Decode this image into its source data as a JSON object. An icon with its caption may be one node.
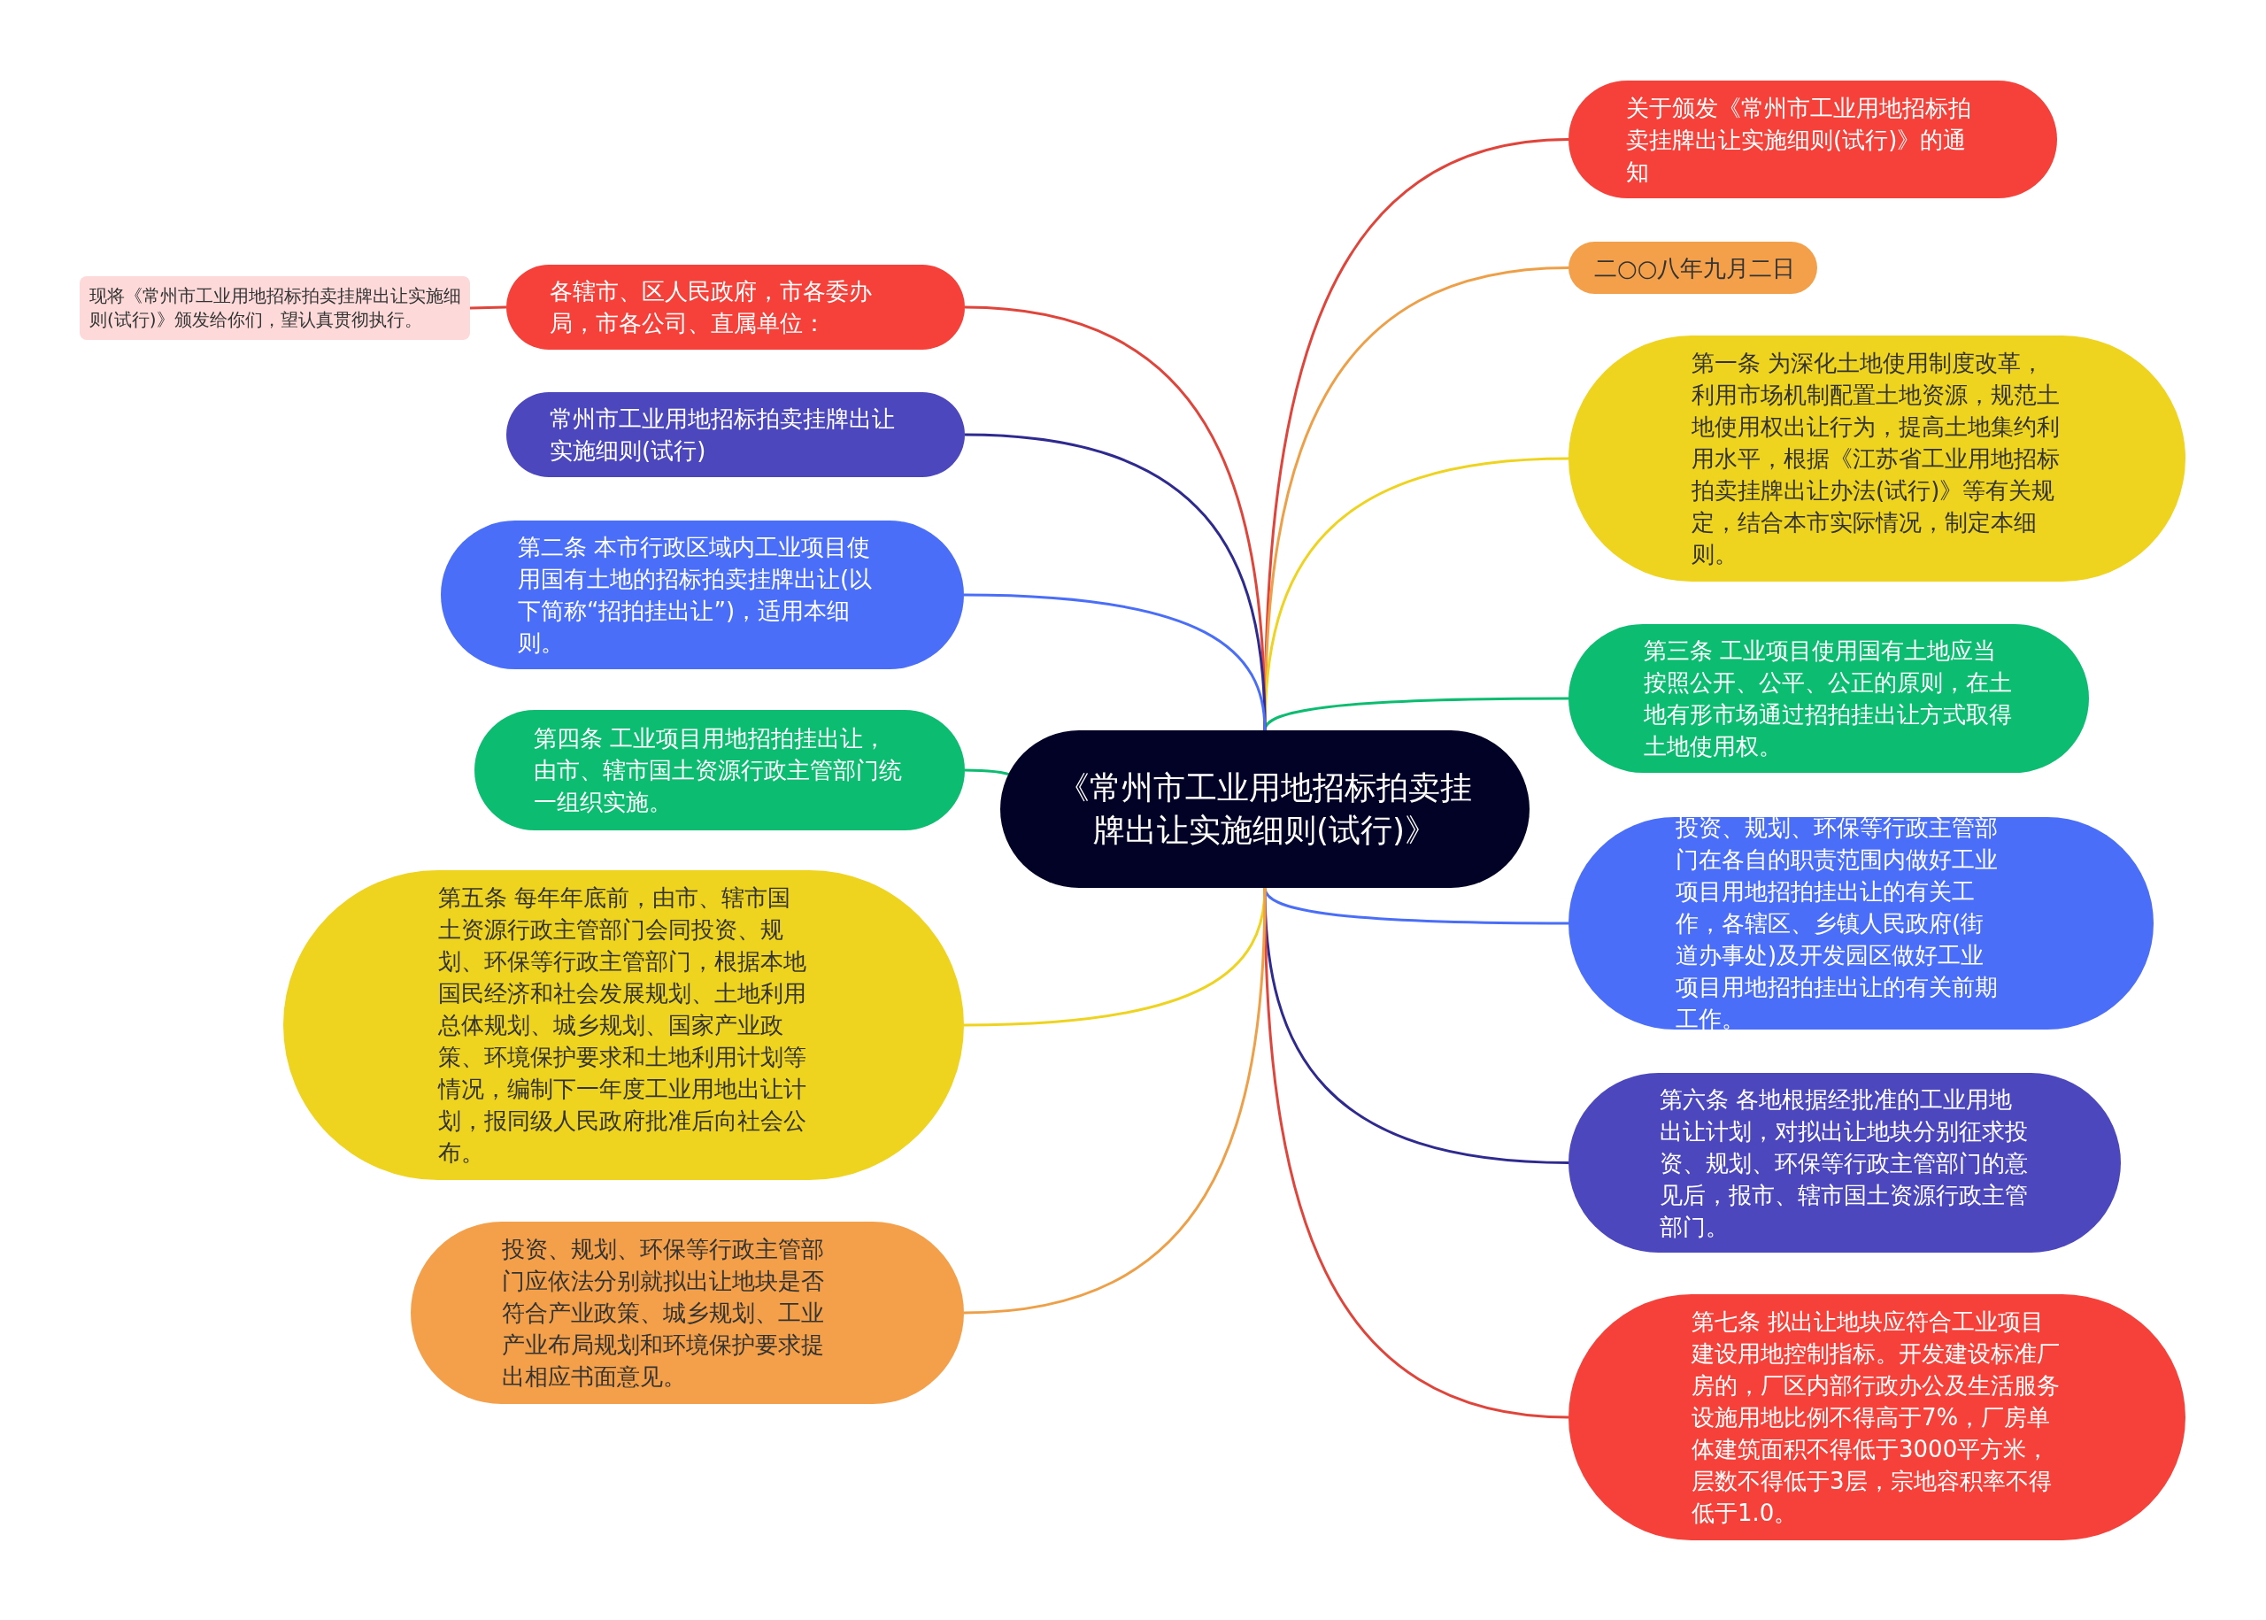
{
  "diagram": {
    "nodes": [
      {
        "text": [
          "《常州市工业用地招标拍卖挂牌出让实施细则(试行)》"
        ]
      },
      {
        "text": [
          "关于颁发《常州市工业用地招标拍卖挂牌出让实施细则(试行)》的通知"
        ]
      },
      {
        "text": [
          "二○○八年九月二日"
        ]
      },
      {
        "text": [
          "第一条 为深化土地使用制度改革，利用市场机制配置土地资源，规范土地使用权出让行为，提高土地集约利用水平，根据《江苏省工业用地招标拍卖挂牌出让办法(试行)》等有关规定，结合本市实际情况，制定本细则。"
        ]
      },
      {
        "text": [
          "第三条 工业项目使用国有土地应当按照公开、公平、公正的原则，在土地有形市场通过招拍挂出让方式取得土地使用权。"
        ]
      },
      {
        "text": [
          "投资、规划、环保等行政主管部门在各自的职责范围内做好工业项目用地招拍挂出让的有关工作，各辖区、乡镇人民政府(街道办事处)及开发园区做好工业项目用地招拍挂出让的有关前期工作。"
        ]
      },
      {
        "text": [
          "第六条 各地根据经批准的工业用地出让计划，对拟出让地块分别征求投资、规划、环保等行政主管部门的意见后，报市、辖市国土资源行政主管部门。"
        ]
      },
      {
        "text": [
          "第七条 拟出让地块应符合工业项目建设用地控制指标。开发建设标准厂房的，厂区内部行政办公及生活服务设施用地比例不得高于7%，厂房单体建筑面积不得低于3000平方米，层数不得低于3层，宗地容积率不得低于1.0。"
        ]
      },
      {
        "text": [
          "各辖市、区人民政府，市各委办局，市各公司、直属单位："
        ]
      },
      {
        "text": [
          "现将《常州市工业用地招标拍卖挂牌出让实施细则(试行)》颁发给你们，望认真贯彻执行。"
        ]
      },
      {
        "text": [
          "常州市工业用地招标拍卖挂牌出让实施细则(试行)"
        ]
      },
      {
        "text": [
          "第二条 本市行政区域内工业项目使用国有土地的招标拍卖挂牌出让(以下简称“招拍挂出让”)，适用本细则。"
        ]
      },
      {
        "text": [
          "第四条 工业项目用地招拍挂出让，由市、辖市国土资源行政主管部门统一组织实施。"
        ]
      },
      {
        "text": [
          "第五条 每年年底前，由市、辖市国土资源行政主管部门会同投资、规划、环保等行政主管部门，根据本地国民经济和社会发展规划、土地利用总体规划、城乡规划、国家产业政策、环境保护要求和土地利用计划等情况，编制下一年度工业用地出让计划，报同级人民政府批准后向社会公布。"
        ]
      },
      {
        "text": [
          "投资、规划、环保等行政主管部门应依法分别就拟出让地块是否符合产业政策、城乡规划、工业产业布局规划和环境保护要求提出相应书面意见。"
        ]
      }
    ],
    "edges": [
      {
        "from": 0,
        "to": 1,
        "arrow": "none",
        "color": "#e0453b"
      },
      {
        "from": 0,
        "to": 2,
        "arrow": "none",
        "color": "#eea048"
      },
      {
        "from": 0,
        "to": 3,
        "arrow": "none",
        "color": "#eed31f"
      },
      {
        "from": 0,
        "to": 4,
        "arrow": "none",
        "color": "#0cbc71"
      },
      {
        "from": 0,
        "to": 5,
        "arrow": "none",
        "color": "#4a6ef8"
      },
      {
        "from": 0,
        "to": 6,
        "arrow": "none",
        "color": "#2e2a8f"
      },
      {
        "from": 0,
        "to": 7,
        "arrow": "none",
        "color": "#e0453b"
      },
      {
        "from": 0,
        "to": 8,
        "arrow": "none",
        "color": "#e0453b"
      },
      {
        "from": 8,
        "to": 9,
        "arrow": "none",
        "color": "#e0453b"
      },
      {
        "from": 0,
        "to": 10,
        "arrow": "none",
        "color": "#2e2a8f"
      },
      {
        "from": 0,
        "to": 11,
        "arrow": "none",
        "color": "#4a6ef8"
      },
      {
        "from": 0,
        "to": 12,
        "arrow": "none",
        "color": "#0cbc71"
      },
      {
        "from": 0,
        "to": 13,
        "arrow": "none",
        "color": "#eed31f"
      },
      {
        "from": 0,
        "to": 14,
        "arrow": "none",
        "color": "#eea048"
      }
    ]
  }
}
